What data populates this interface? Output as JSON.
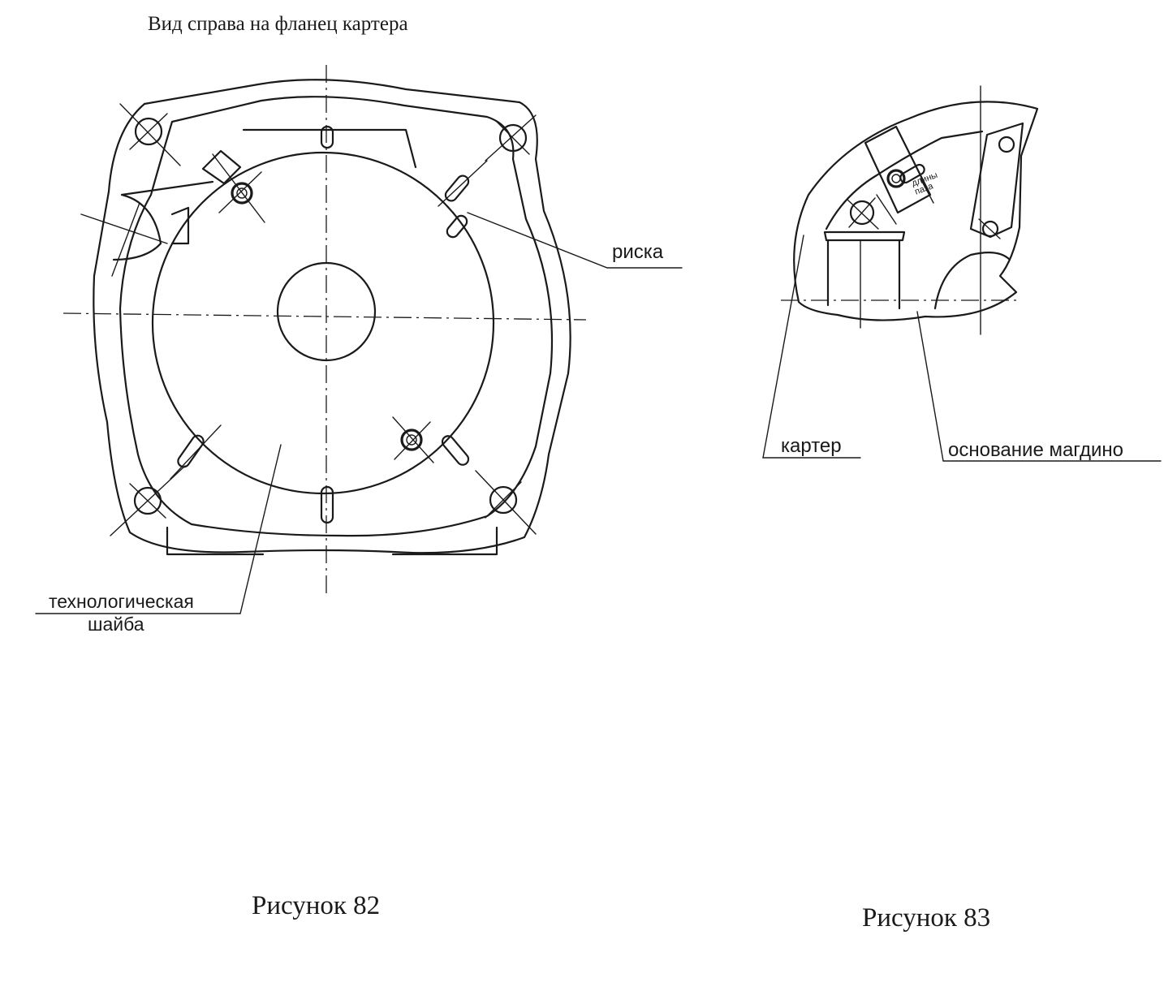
{
  "fig82": {
    "view_title": "Вид справа на фланец картера",
    "label_riska": "риска",
    "label_washer_line1": "технологическая",
    "label_washer_line2": "шайба",
    "caption": "Рисунок 82"
  },
  "fig83": {
    "label_karter": "картер",
    "label_base": "основание магдино",
    "small_mark_line1": "длины",
    "small_mark_line2": "паза",
    "caption": "Рисунок 83"
  }
}
